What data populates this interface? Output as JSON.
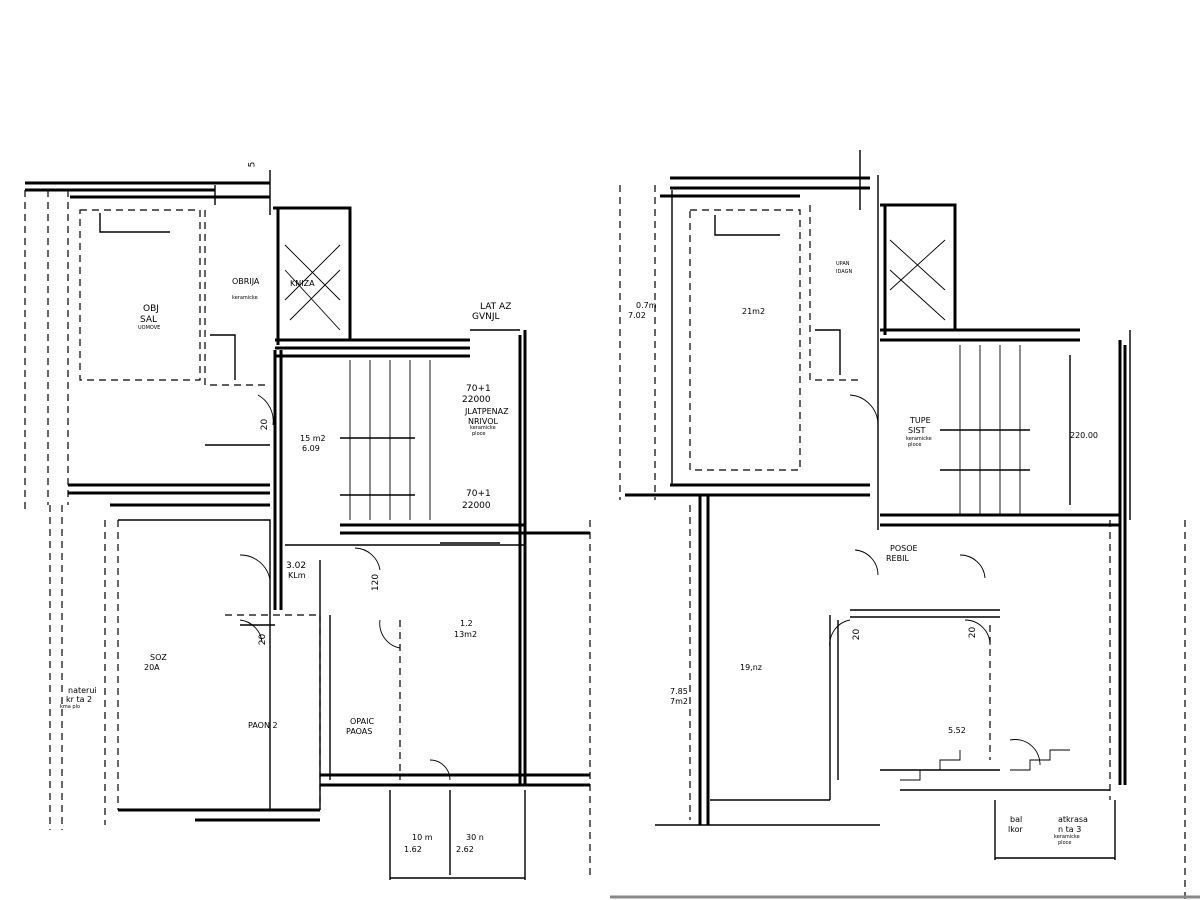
{
  "labels": [
    {
      "id": "l1",
      "text": "5"
    },
    {
      "id": "l2",
      "text": "LAT AZ"
    },
    {
      "id": "l3",
      "text": "GVNJL"
    },
    {
      "id": "l4",
      "text": "OBJ"
    },
    {
      "id": "l5",
      "text": "SAL"
    },
    {
      "id": "l6",
      "text": "UOMOVE"
    },
    {
      "id": "l7",
      "text": "OBRIJA"
    },
    {
      "id": "l8",
      "text": "KNIZA"
    },
    {
      "id": "l9",
      "text": "70+1"
    },
    {
      "id": "l10",
      "text": "22000"
    },
    {
      "id": "l11",
      "text": "JLATPENAZ"
    },
    {
      "id": "l12",
      "text": "NRIVOL"
    },
    {
      "id": "l13",
      "text": "15 m2"
    },
    {
      "id": "l14",
      "text": "6.09"
    },
    {
      "id": "l15",
      "text": "70+1"
    },
    {
      "id": "l16",
      "text": "22000"
    },
    {
      "id": "l17",
      "text": "3.02"
    },
    {
      "id": "l18",
      "text": "KLm"
    },
    {
      "id": "l19",
      "text": "SOZ"
    },
    {
      "id": "l20",
      "text": "20A"
    },
    {
      "id": "l21",
      "text": "120"
    },
    {
      "id": "l22",
      "text": "1.2"
    },
    {
      "id": "l23",
      "text": "13m2"
    },
    {
      "id": "l24",
      "text": "naterui"
    },
    {
      "id": "l25",
      "text": "kr ta 2"
    },
    {
      "id": "l26",
      "text": "PAON 2"
    },
    {
      "id": "l27",
      "text": "OPAIC"
    },
    {
      "id": "l28",
      "text": "PAOAS"
    },
    {
      "id": "l29",
      "text": "10 m"
    },
    {
      "id": "l30",
      "text": "1.62"
    },
    {
      "id": "l31",
      "text": "30 n"
    },
    {
      "id": "l32",
      "text": "2.62"
    },
    {
      "id": "l33",
      "text": "0.7m"
    },
    {
      "id": "l34",
      "text": "7.02"
    },
    {
      "id": "l35",
      "text": "21m2"
    },
    {
      "id": "l36",
      "text": "UPAN"
    },
    {
      "id": "l37",
      "text": "IDAGN"
    },
    {
      "id": "l38",
      "text": "TUPE"
    },
    {
      "id": "l39",
      "text": "SIST"
    },
    {
      "id": "l40",
      "text": "220.00"
    },
    {
      "id": "l41",
      "text": "POSOE"
    },
    {
      "id": "l42",
      "text": "REBIL"
    },
    {
      "id": "l43",
      "text": "19,nz"
    },
    {
      "id": "l44",
      "text": "7.85"
    },
    {
      "id": "l45",
      "text": "7m2"
    },
    {
      "id": "l46",
      "text": "5.52"
    },
    {
      "id": "l47",
      "text": "bal"
    },
    {
      "id": "l48",
      "text": "lkor"
    },
    {
      "id": "l49",
      "text": "atkrasa"
    },
    {
      "id": "l50",
      "text": "n ta 3"
    },
    {
      "id": "l51",
      "text": "20"
    },
    {
      "id": "l52",
      "text": "20"
    },
    {
      "id": "l53",
      "text": "20"
    },
    {
      "id": "l54",
      "text": "20"
    }
  ],
  "notes": [
    {
      "id": "n1",
      "text": "keramicke"
    },
    {
      "id": "n2",
      "text": "kma plo"
    },
    {
      "id": "n3",
      "text": "keramicke"
    },
    {
      "id": "n4",
      "text": "ploce"
    },
    {
      "id": "n5",
      "text": "keramicke"
    },
    {
      "id": "n6",
      "text": "ploce"
    },
    {
      "id": "n7",
      "text": "keramicke"
    },
    {
      "id": "n8",
      "text": "ploce"
    }
  ]
}
